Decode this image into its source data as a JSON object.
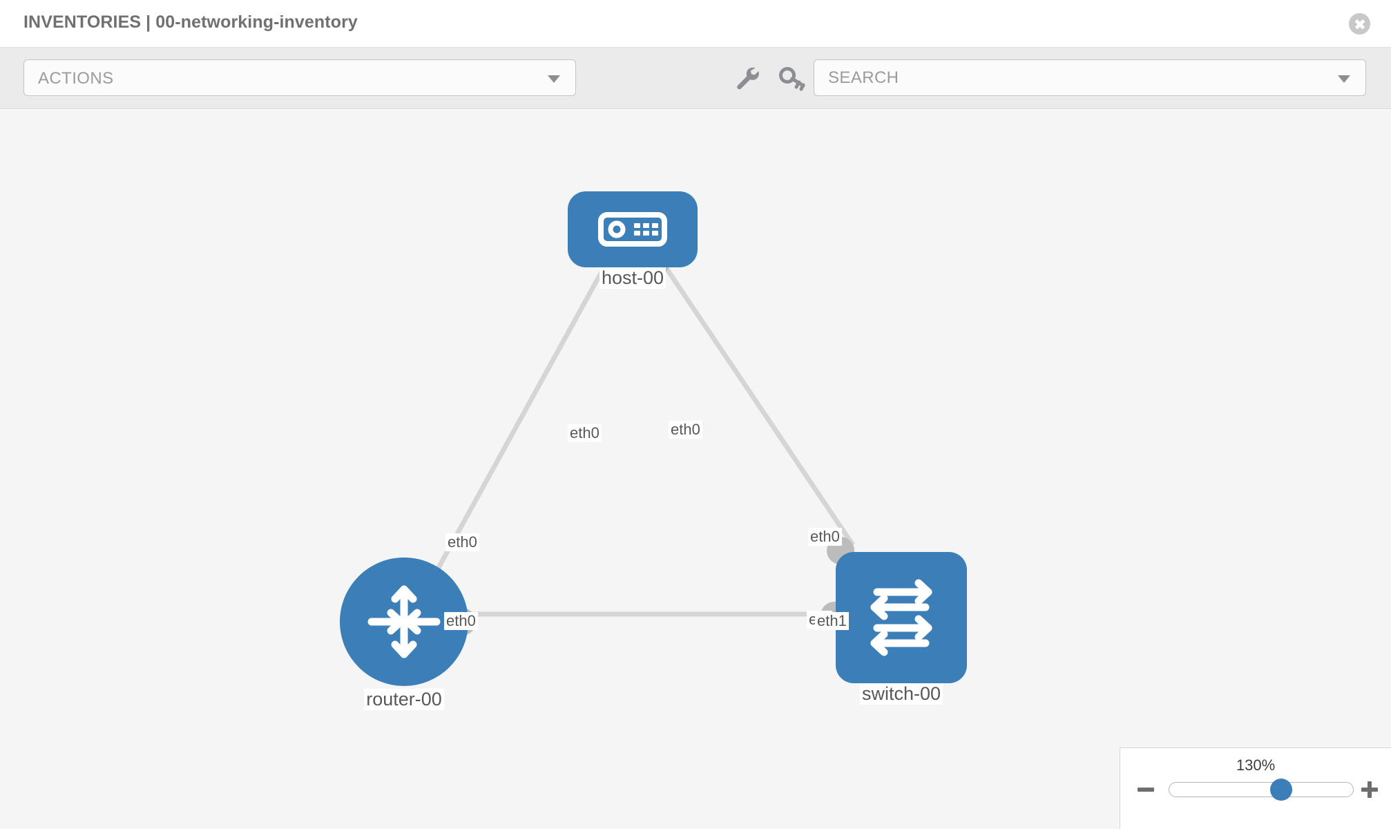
{
  "header": {
    "title": "INVENTORIES | 00-networking-inventory",
    "close_icon": "close-circle-icon"
  },
  "toolbar": {
    "actions_label": "ACTIONS",
    "actions_caret_icon": "chevron-down-icon",
    "wrench_icon": "wrench-icon",
    "key_icon": "key-icon",
    "search_placeholder": "SEARCH",
    "search_value": "",
    "search_caret_icon": "chevron-down-icon"
  },
  "topology": {
    "nodes": [
      {
        "id": "host-00",
        "label": "host-00",
        "type": "host",
        "icon": "server-icon"
      },
      {
        "id": "router-00",
        "label": "router-00",
        "type": "router",
        "icon": "router-arrows-icon"
      },
      {
        "id": "switch-00",
        "label": "switch-00",
        "type": "switch",
        "icon": "switch-arrows-icon"
      }
    ],
    "links": [
      {
        "from": "host-00",
        "from_iface": "eth0",
        "to": "router-00",
        "to_iface": "eth0"
      },
      {
        "from": "host-00",
        "from_iface": "eth0",
        "to": "switch-00",
        "to_iface": "eth0"
      },
      {
        "from": "router-00",
        "from_iface": "eth0",
        "to": "switch-00",
        "to_iface": "eth1"
      }
    ],
    "iface_labels": {
      "host_left": "eth0",
      "host_right": "eth0",
      "router_up": "eth0",
      "switch_up": "eth0",
      "router_right": "eth0",
      "switch_left_back": "eth",
      "switch_left": "eth1"
    }
  },
  "zoom_control": {
    "level": "130%",
    "minus_icon": "minus-icon",
    "plus_icon": "plus-icon"
  },
  "colors": {
    "node_blue": "#3b7eb8",
    "canvas_bg": "#f5f5f5",
    "toolbar_bg": "#ebebeb",
    "link_gray": "#d5d5d5",
    "port_gray": "#bcbcbc"
  }
}
